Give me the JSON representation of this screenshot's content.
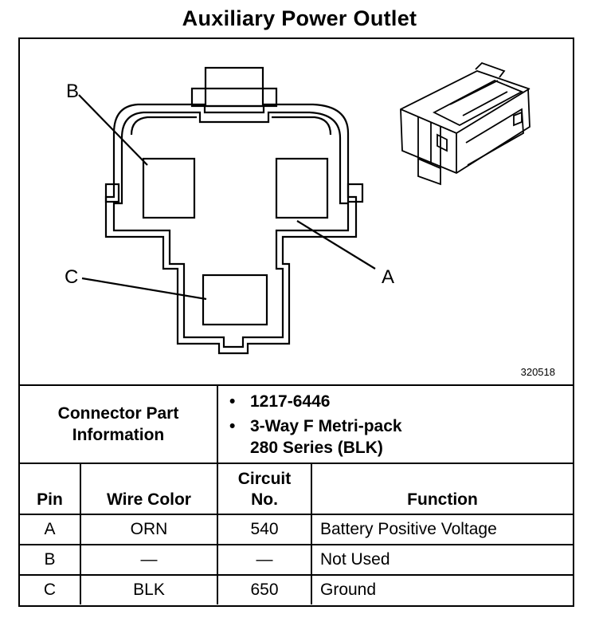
{
  "title": "Auxiliary Power Outlet",
  "figure_number": "320518",
  "pin_labels": {
    "a": "A",
    "b": "B",
    "c": "C"
  },
  "connector_info": {
    "label_line1": "Connector Part",
    "label_line2": "Information",
    "bullet": "•",
    "part_number": "1217-6446",
    "description_line1": "3-Way F Metri-pack",
    "description_line2": "280 Series (BLK)"
  },
  "table": {
    "headers": {
      "pin": "Pin",
      "wire_color": "Wire Color",
      "circuit_line1": "Circuit",
      "circuit_line2": "No.",
      "function": "Function"
    },
    "rows": [
      {
        "pin": "A",
        "wire_color": "ORN",
        "circuit": "540",
        "function": "Battery Positive Voltage"
      },
      {
        "pin": "B",
        "wire_color": "—",
        "circuit": "—",
        "function": "Not Used"
      },
      {
        "pin": "C",
        "wire_color": "BLK",
        "circuit": "650",
        "function": "Ground"
      }
    ]
  }
}
